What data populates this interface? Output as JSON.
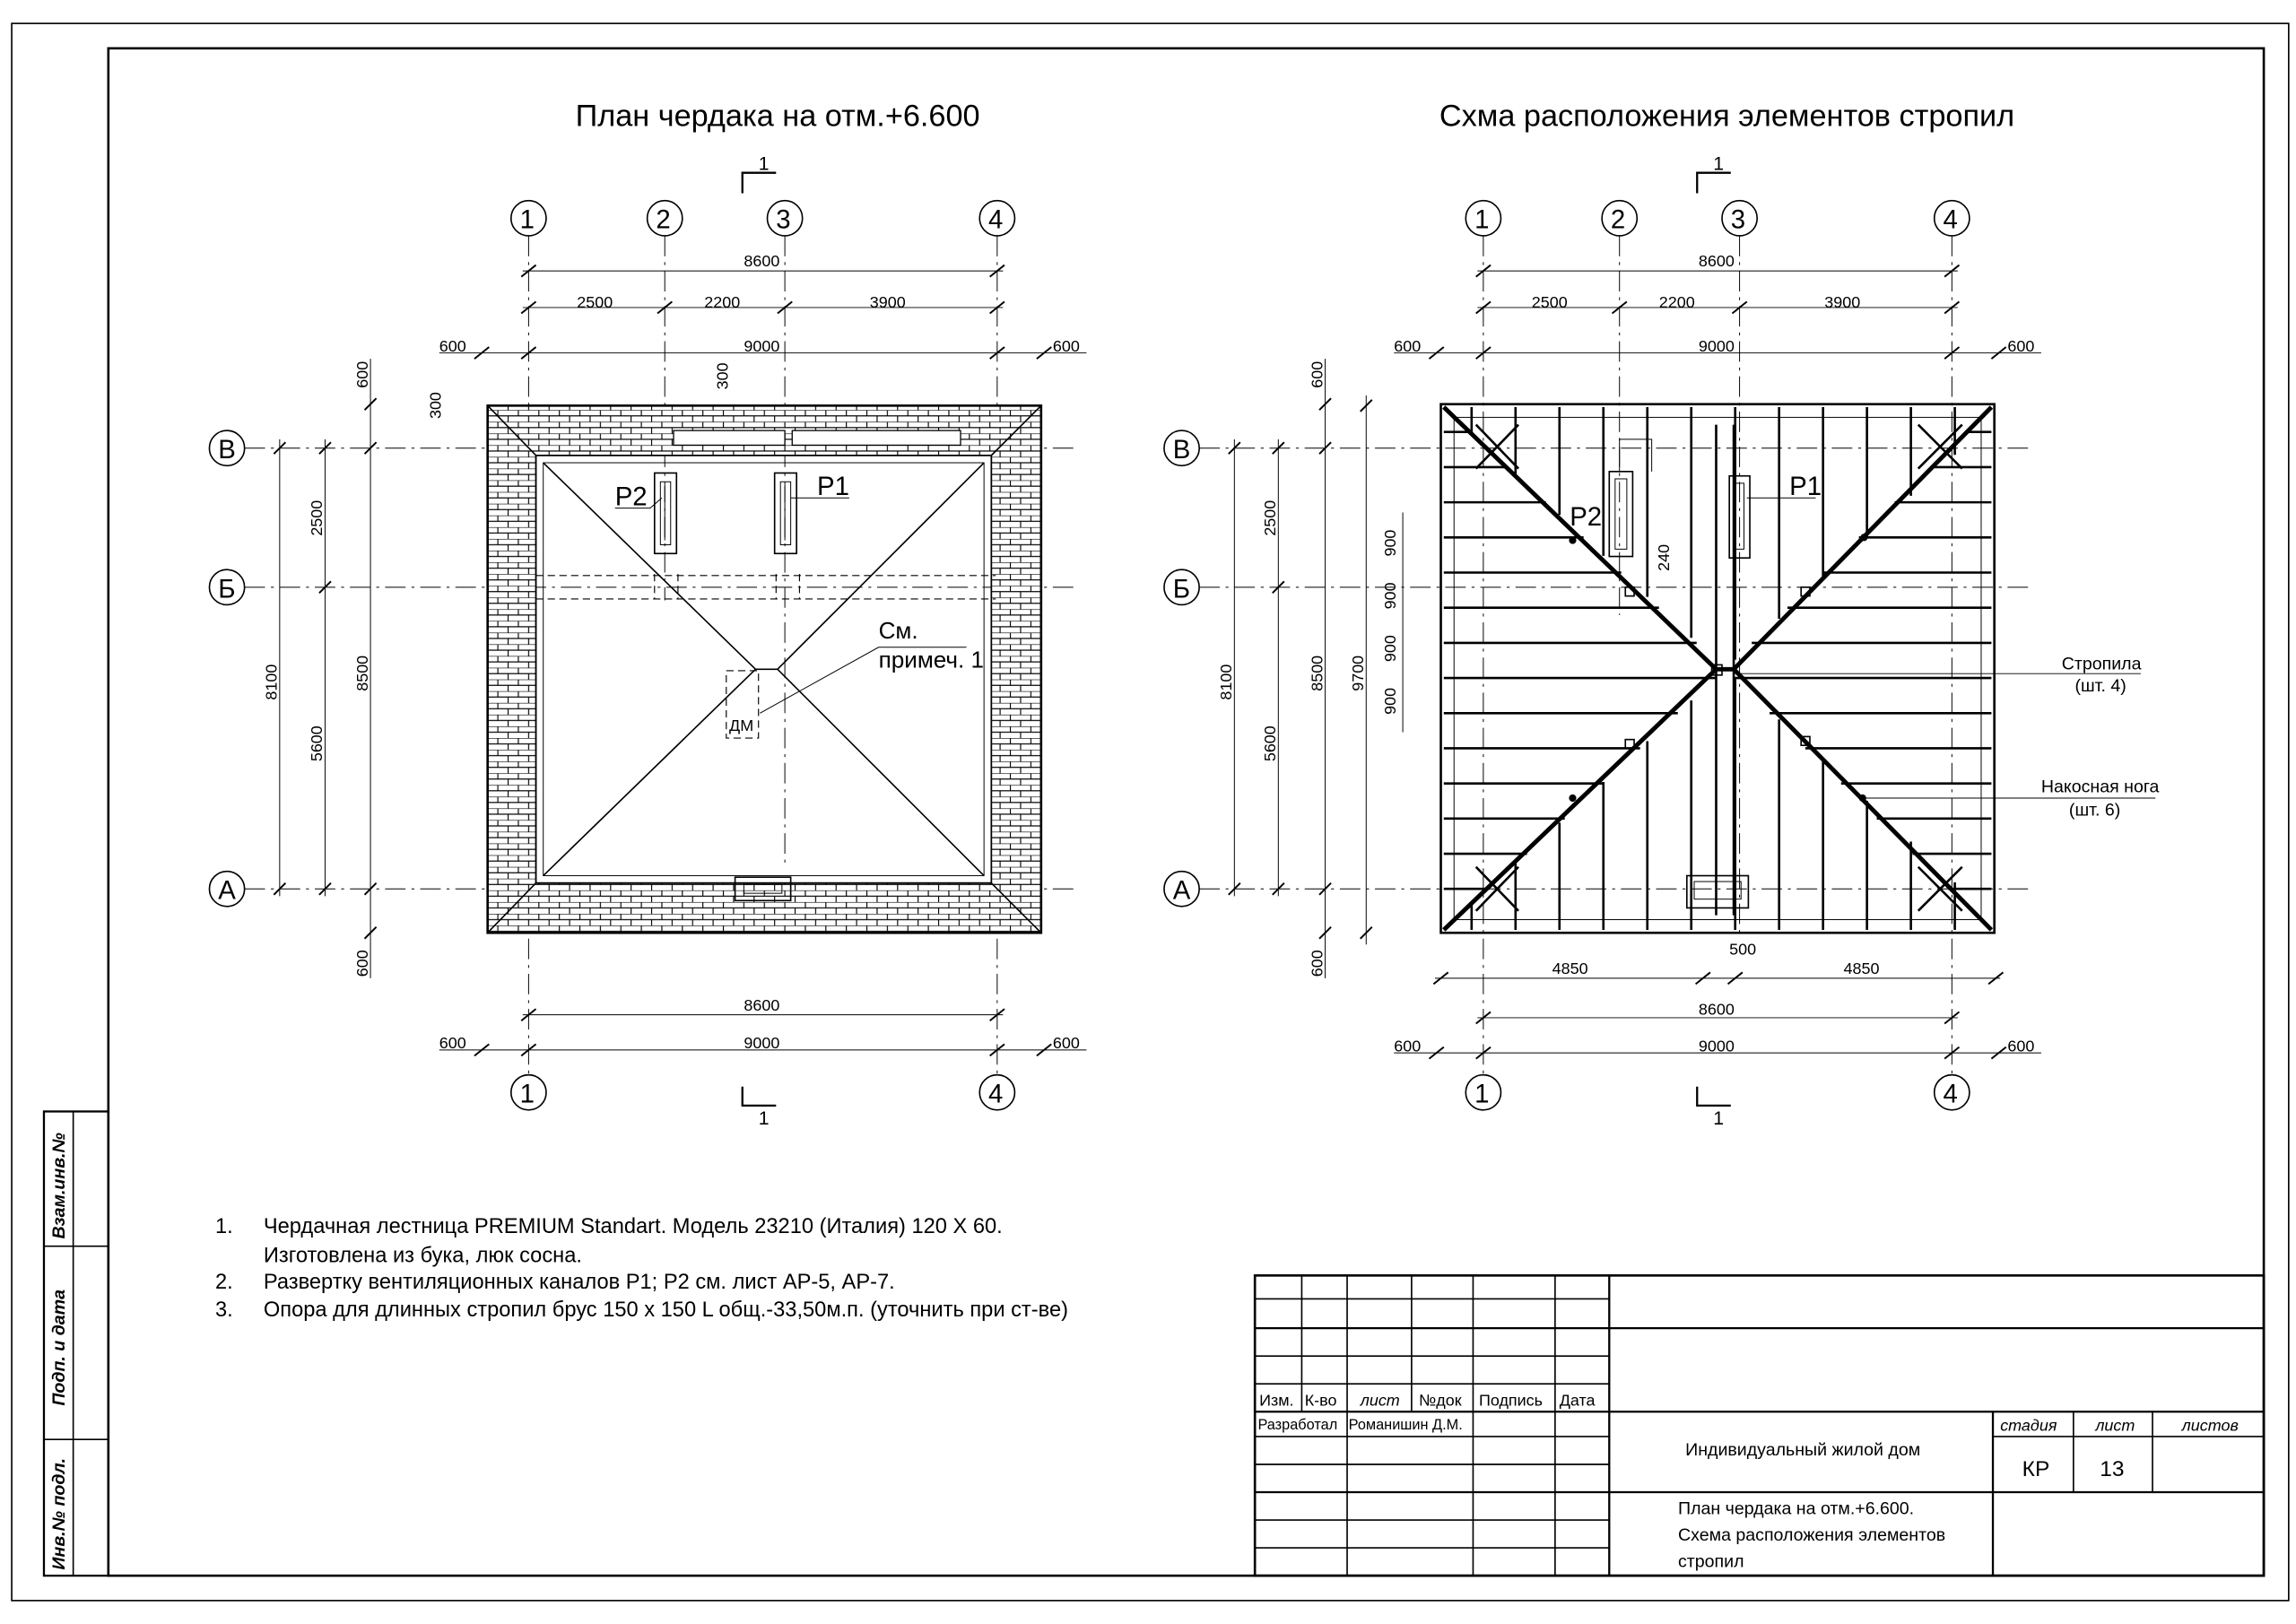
{
  "plan": {
    "title": "План чердака на отм.+6.600",
    "section_mark": "1",
    "note_ref": "См.\nпримеч. 1",
    "note_ref_line1": "См.",
    "note_ref_line2": "примеч. 1",
    "hatch_label": "ДМ",
    "vent_p1": "Р1",
    "vent_p2": "Р2",
    "dim_300a": "300",
    "dim_300b": "300",
    "v_dims": {
      "top": "600",
      "b_b": "2500",
      "b_a": "5600",
      "left_total": "8100",
      "total": "8500",
      "bottom": "600"
    }
  },
  "rafters": {
    "title": "Схма расположения элементов стропил",
    "section_mark": "1",
    "vent_p1": "Р1",
    "vent_p2": "Р2",
    "dim_240": "240",
    "label_strop": "Стропила",
    "label_strop_qty": "(шт. 4)",
    "label_nakos": "Накосная нога",
    "label_nakos_qty": "(шт. 6)",
    "v_dims": {
      "top": "600",
      "b_b": "2500",
      "b_a": "5600",
      "left_total": "8100",
      "total": "8500",
      "outer": "9700",
      "bottom": "600",
      "mid1": "900",
      "mid2": "900",
      "mid3": "900",
      "mid4": "900"
    },
    "bottom_dims": {
      "left": "4850",
      "mid": "500",
      "right": "4850"
    }
  },
  "dims": {
    "d8600": "8600",
    "d2500": "2500",
    "d2200": "2200",
    "d3900": "3900",
    "d9000": "9000",
    "d600": "600"
  },
  "axes": {
    "cols": [
      "1",
      "2",
      "3",
      "4"
    ],
    "rows": [
      "В",
      "Б",
      "А"
    ]
  },
  "notes": [
    {
      "num": "1.",
      "line1": "Чердачная лестница  PREMIUM  Standart.  Модель  23210 (Италия) 120 X 60.",
      "line2": "Изготовлена из бука,  люк сосна."
    },
    {
      "num": "2.",
      "line1": "Развертку вентиляционных каналов  Р1; Р2  см. лист АР-5, АР-7.",
      "line2": ""
    },
    {
      "num": "3.",
      "line1": "Опора для длинных стропил брус 150 х 150  L общ.-33,50м.п. (уточнить при ст-ве)",
      "line2": ""
    }
  ],
  "side_stamp": {
    "vzam": "Взам.инв.№",
    "podp": "Подп. и дата",
    "inv": "Инв.№ подл."
  },
  "title_block": {
    "headers": [
      "Изм.",
      "К-во",
      "лист",
      "№док",
      "Подпись",
      "Дата"
    ],
    "developed_label": "Разработал",
    "developer": "Романишин Д.М.",
    "project": "Индивидуальный  жилой  дом",
    "sheet_title_1": "План чердака на отм.+6.600.",
    "sheet_title_2": "Схема расположения элементов",
    "sheet_title_3": "стропил",
    "stage_label": "стадия",
    "sheet_label": "лист",
    "sheets_label": "листов",
    "stage": "КР",
    "sheet_no": "13"
  }
}
